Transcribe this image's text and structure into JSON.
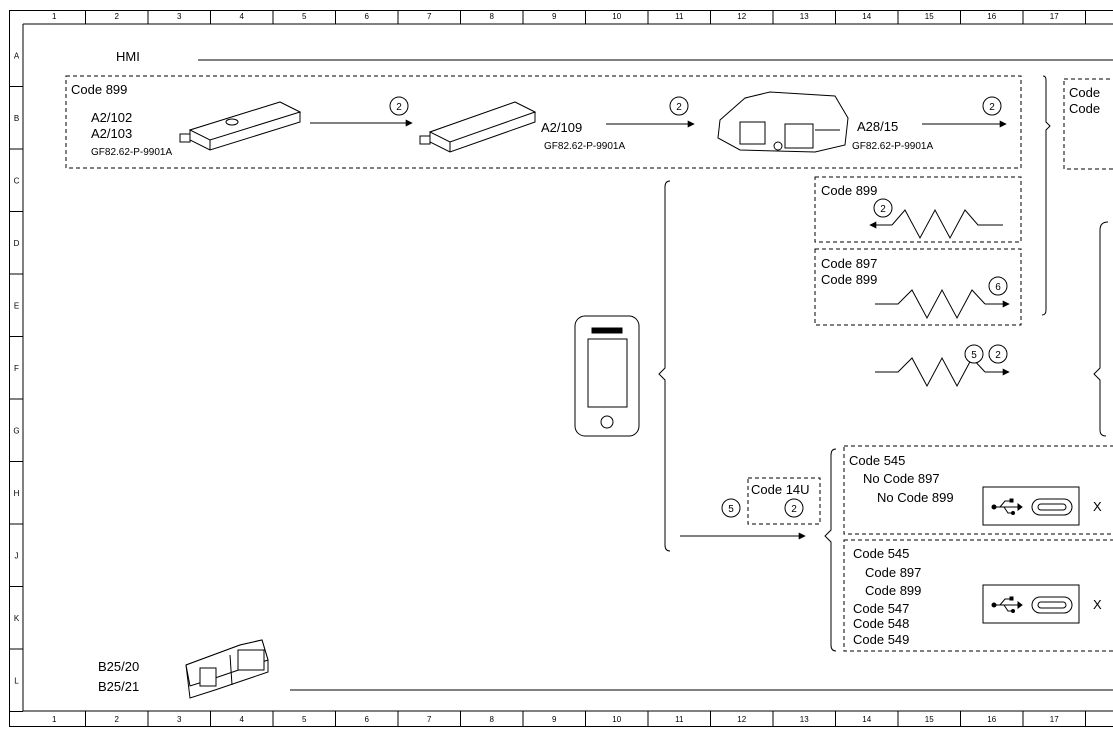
{
  "ruler": {
    "columns": [
      "1",
      "2",
      "3",
      "4",
      "5",
      "6",
      "7",
      "8",
      "9",
      "10",
      "11",
      "12",
      "13",
      "14",
      "15",
      "16",
      "17"
    ],
    "rows": [
      "A",
      "B",
      "C",
      "D",
      "E",
      "F",
      "G",
      "H",
      "J",
      "K",
      "L"
    ]
  },
  "hmi": {
    "title": "HMI"
  },
  "group_top": {
    "code": "Code 899",
    "comp1": {
      "line1": "A2/102",
      "line2": "A2/103",
      "part": "GF82.62-P-9901A"
    },
    "comp2": {
      "line1": "A2/109",
      "part": "GF82.62-P-9901A"
    },
    "comp3": {
      "line1": "A28/15",
      "part": "GF82.62-P-9901A"
    },
    "callout": "2"
  },
  "right_partial": {
    "line1": "Code",
    "line2": "Code"
  },
  "box_899": {
    "code": "Code 899",
    "callout": "2"
  },
  "box_897_899": {
    "line1": "Code 897",
    "line2": "Code 899",
    "callout": "6"
  },
  "wave_free": {
    "callout_a": "5",
    "callout_b": "2"
  },
  "box_14u": {
    "code": "Code 14U",
    "callout": "2",
    "outer_callout": "5"
  },
  "usb_box1": {
    "line1": "Code 545",
    "line2": "No Code 897",
    "line3": "No Code 899",
    "port_label": "X"
  },
  "usb_box2": {
    "line1": "Code 545",
    "line2": "Code 897",
    "line3": "Code 899",
    "line4": "Code 547",
    "line5": "Code 548",
    "line6": "Code 549",
    "port_label": "X"
  },
  "bottom_component": {
    "line1": "B25/20",
    "line2": "B25/21"
  },
  "icons": [
    "module-icon",
    "control-unit-icon",
    "smartphone-icon",
    "usb-symbol-icon",
    "usb-c-port-icon",
    "wireless-wave-icon",
    "sensor-icon"
  ]
}
